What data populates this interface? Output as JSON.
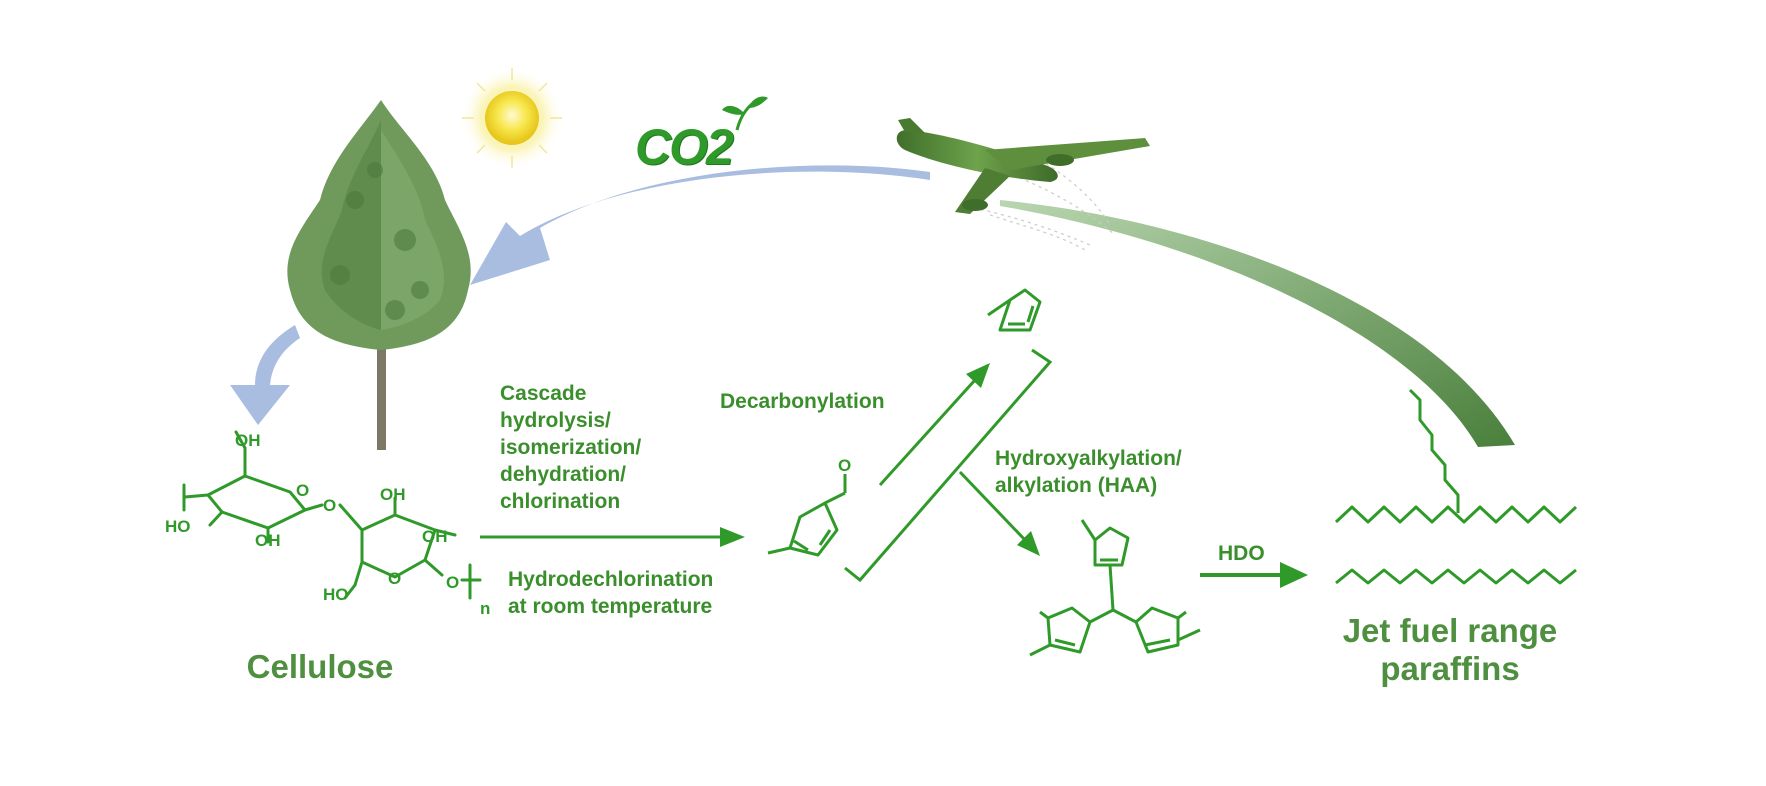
{
  "co2_label": "CO2",
  "cellulose": {
    "name": "Cellulose",
    "atoms": {
      "oh_top": "OH",
      "ho_left": "HO",
      "oh_mid": "OH",
      "oh_ring2_top": "OH",
      "oh_ring2_right": "OH",
      "o_ring1": "O",
      "o_link": "O",
      "ho_ring2_bottom": "HO",
      "o_ring2": "O",
      "o_chain": "O",
      "subscript": "n"
    }
  },
  "step1": {
    "above": [
      "Cascade",
      "hydrolysis/",
      "isomerization/",
      "dehydration/",
      "chlorination"
    ],
    "below": [
      "Hydrodechlorination",
      "at room temperature"
    ]
  },
  "aldehyde_atom": "O",
  "decarbonylation_label": "Decarbonylation",
  "haa_label": [
    "Hydroxyalkylation/",
    "alkylation (HAA)"
  ],
  "hdo_label": "HDO",
  "product": {
    "name": [
      "Jet fuel range",
      "paraffins"
    ]
  },
  "colors": {
    "green": "#2f9a29",
    "arrow_blue": "#a9bde0",
    "arc_green": "#4d8a3e",
    "sun": "#f3dc3a"
  },
  "icons": [
    "sun-icon",
    "tree-icon",
    "airplane-icon",
    "leaf-icon"
  ]
}
